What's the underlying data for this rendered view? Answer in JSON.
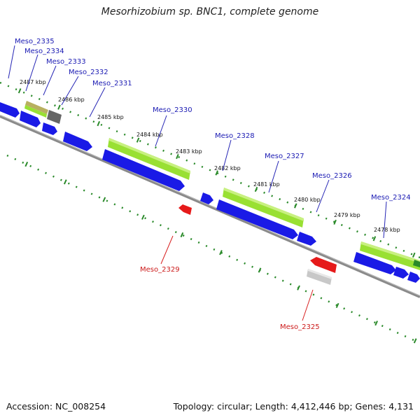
{
  "title": "Mesorhizobium sp. BNC1, complete genome",
  "footer": {
    "accession": "Accession: NC_008254",
    "summary": "Topology: circular; Length: 4,412,446 bp; Genes: 4,131"
  },
  "colors": {
    "forward_gene": "#1a1ae6",
    "reverse_gene": "#e61a1a",
    "cds_green": "#99e033",
    "backbone": "#888888",
    "tick": "#2a8a2a",
    "label_blue": "#1a1ab3",
    "label_red": "#cc1a1a"
  },
  "kbp_labels": [
    "2487 kbp",
    "2486 kbp",
    "2485 kbp",
    "2484 kbp",
    "2483 kbp",
    "2482 kbp",
    "2481 kbp",
    "2480 kbp",
    "2479 kbp",
    "2478 kbp"
  ],
  "gene_labels_forward": [
    "Meso_2335",
    "Meso_2334",
    "Meso_2333",
    "Meso_2332",
    "Meso_2331",
    "Meso_2330",
    "Meso_2328",
    "Meso_2327",
    "Meso_2326",
    "Meso_2324"
  ],
  "gene_labels_reverse": [
    "Meso_2329",
    "Meso_2325"
  ]
}
